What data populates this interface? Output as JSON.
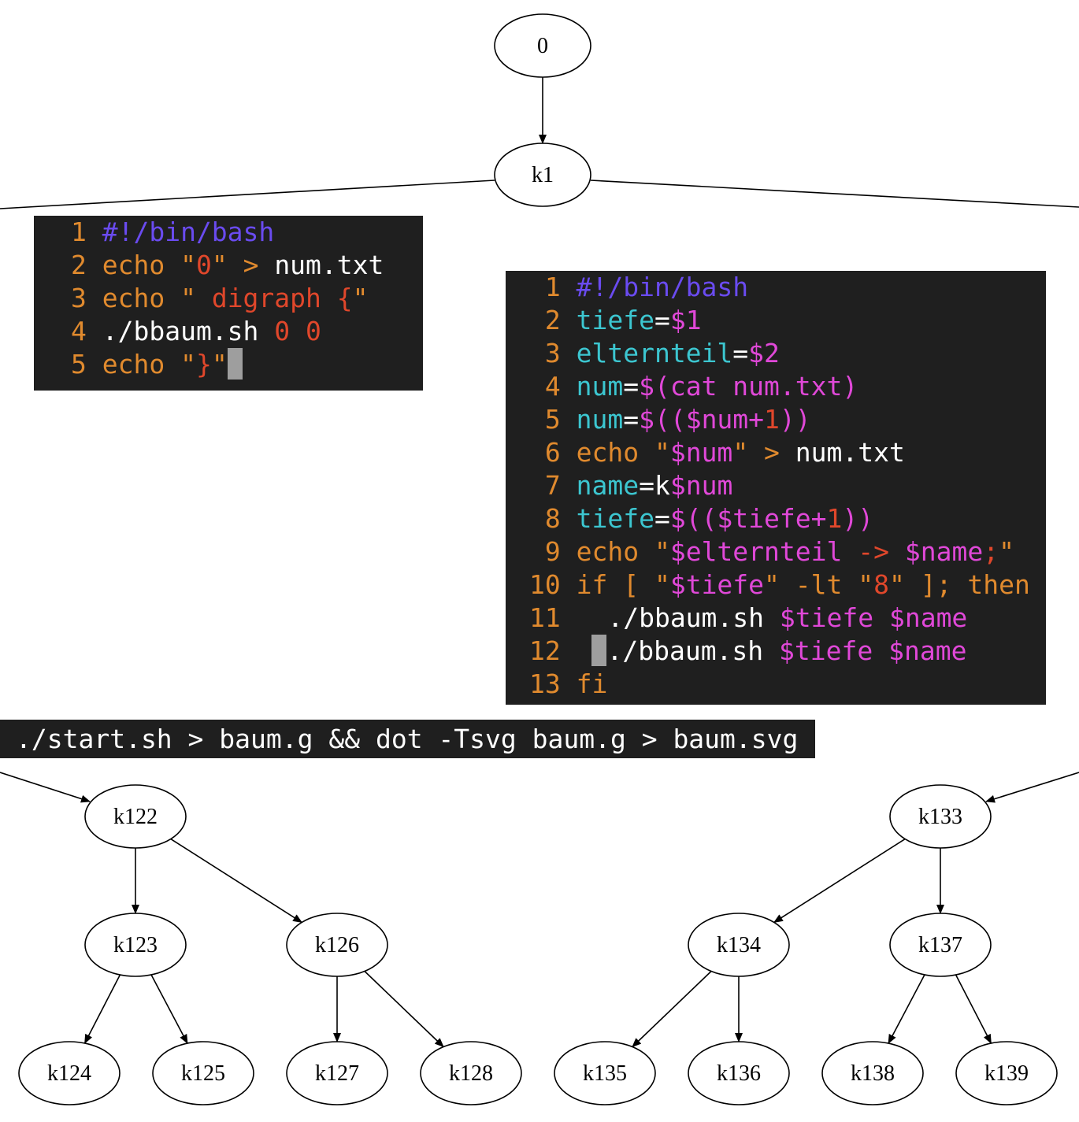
{
  "colors": {
    "background": "#1f1f1f",
    "o": "#e08a2e",
    "p": "#6a4bf0",
    "r": "#e0472b",
    "w": "#ffffff",
    "c": "#3cc6d0",
    "m": "#e048d8"
  },
  "graph": {
    "nodes": [
      {
        "id": "0",
        "label": "0"
      },
      {
        "id": "k1",
        "label": "k1"
      },
      {
        "id": "k122",
        "label": "k122"
      },
      {
        "id": "k123",
        "label": "k123"
      },
      {
        "id": "k126",
        "label": "k126"
      },
      {
        "id": "k124",
        "label": "k124"
      },
      {
        "id": "k125",
        "label": "k125"
      },
      {
        "id": "k127",
        "label": "k127"
      },
      {
        "id": "k128",
        "label": "k128"
      },
      {
        "id": "k133",
        "label": "k133"
      },
      {
        "id": "k134",
        "label": "k134"
      },
      {
        "id": "k137",
        "label": "k137"
      },
      {
        "id": "k135",
        "label": "k135"
      },
      {
        "id": "k136",
        "label": "k136"
      },
      {
        "id": "k138",
        "label": "k138"
      },
      {
        "id": "k139",
        "label": "k139"
      }
    ],
    "edges": [
      [
        "0",
        "k1"
      ],
      [
        "k122",
        "k123"
      ],
      [
        "k122",
        "k126"
      ],
      [
        "k123",
        "k124"
      ],
      [
        "k123",
        "k125"
      ],
      [
        "k126",
        "k127"
      ],
      [
        "k126",
        "k128"
      ],
      [
        "k133",
        "k134"
      ],
      [
        "k133",
        "k137"
      ],
      [
        "k134",
        "k135"
      ],
      [
        "k134",
        "k136"
      ],
      [
        "k137",
        "k138"
      ],
      [
        "k137",
        "k139"
      ]
    ]
  },
  "start_script": {
    "lines": [
      {
        "num": "1",
        "tokens": [
          [
            "#!/bin/bash",
            "p"
          ]
        ]
      },
      {
        "num": "2",
        "tokens": [
          [
            "echo \"",
            "o"
          ],
          [
            "0",
            "r"
          ],
          [
            "\" > ",
            "o"
          ],
          [
            "num.txt",
            "w"
          ]
        ]
      },
      {
        "num": "3",
        "tokens": [
          [
            "echo \"",
            "o"
          ],
          [
            " digraph {",
            "r"
          ],
          [
            "\"",
            "o"
          ]
        ]
      },
      {
        "num": "4",
        "tokens": [
          [
            "./bbaum.sh ",
            "w"
          ],
          [
            "0 0",
            "r"
          ]
        ]
      },
      {
        "num": "5",
        "tokens": [
          [
            "echo \"",
            "o"
          ],
          [
            "}",
            "r"
          ],
          [
            "\"",
            "o"
          ]
        ],
        "cursor_end": true
      }
    ]
  },
  "bbaum_script": {
    "lines": [
      {
        "num": "1",
        "tokens": [
          [
            "#!/bin/bash",
            "p"
          ]
        ]
      },
      {
        "num": "2",
        "tokens": [
          [
            "tiefe",
            "c"
          ],
          [
            "=",
            "w"
          ],
          [
            "$1",
            "m"
          ]
        ]
      },
      {
        "num": "3",
        "tokens": [
          [
            "elternteil",
            "c"
          ],
          [
            "=",
            "w"
          ],
          [
            "$2",
            "m"
          ]
        ]
      },
      {
        "num": "4",
        "tokens": [
          [
            "num",
            "c"
          ],
          [
            "=",
            "w"
          ],
          [
            "$(cat num.txt)",
            "m"
          ]
        ]
      },
      {
        "num": "5",
        "tokens": [
          [
            "num",
            "c"
          ],
          [
            "=",
            "w"
          ],
          [
            "$(($num+",
            "m"
          ],
          [
            "1",
            "r"
          ],
          [
            "))",
            "m"
          ]
        ]
      },
      {
        "num": "6",
        "tokens": [
          [
            "echo \"",
            "o"
          ],
          [
            "$num",
            "m"
          ],
          [
            "\" > ",
            "o"
          ],
          [
            "num.txt",
            "w"
          ]
        ]
      },
      {
        "num": "7",
        "tokens": [
          [
            "name",
            "c"
          ],
          [
            "=",
            "w"
          ],
          [
            "k",
            "w"
          ],
          [
            "$num",
            "m"
          ]
        ]
      },
      {
        "num": "8",
        "tokens": [
          [
            "tiefe",
            "c"
          ],
          [
            "=",
            "w"
          ],
          [
            "$(($tiefe+",
            "m"
          ],
          [
            "1",
            "r"
          ],
          [
            "))",
            "m"
          ]
        ]
      },
      {
        "num": "9",
        "tokens": [
          [
            "echo \"",
            "o"
          ],
          [
            "$elternteil ",
            "m"
          ],
          [
            "->",
            "r"
          ],
          [
            " $name",
            "m"
          ],
          [
            ";",
            "r"
          ],
          [
            "\"",
            "o"
          ]
        ]
      },
      {
        "num": "10",
        "tokens": [
          [
            "if [ \"",
            "o"
          ],
          [
            "$tiefe",
            "m"
          ],
          [
            "\" -lt \"",
            "o"
          ],
          [
            "8",
            "r"
          ],
          [
            "\" ]; then",
            "o"
          ]
        ]
      },
      {
        "num": "11",
        "tokens": [
          [
            "  ./bbaum.sh ",
            "w"
          ],
          [
            "$tiefe $name",
            "m"
          ]
        ]
      },
      {
        "num": "12",
        "tokens": [
          [
            " ",
            "w"
          ],
          [
            "./bbaum.sh ",
            "w"
          ],
          [
            "$tiefe $name",
            "m"
          ]
        ],
        "cursor_after_first": true
      },
      {
        "num": "13",
        "tokens": [
          [
            "fi",
            "o"
          ]
        ]
      }
    ]
  },
  "command": "./start.sh > baum.g && dot -Tsvg baum.g > baum.svg"
}
